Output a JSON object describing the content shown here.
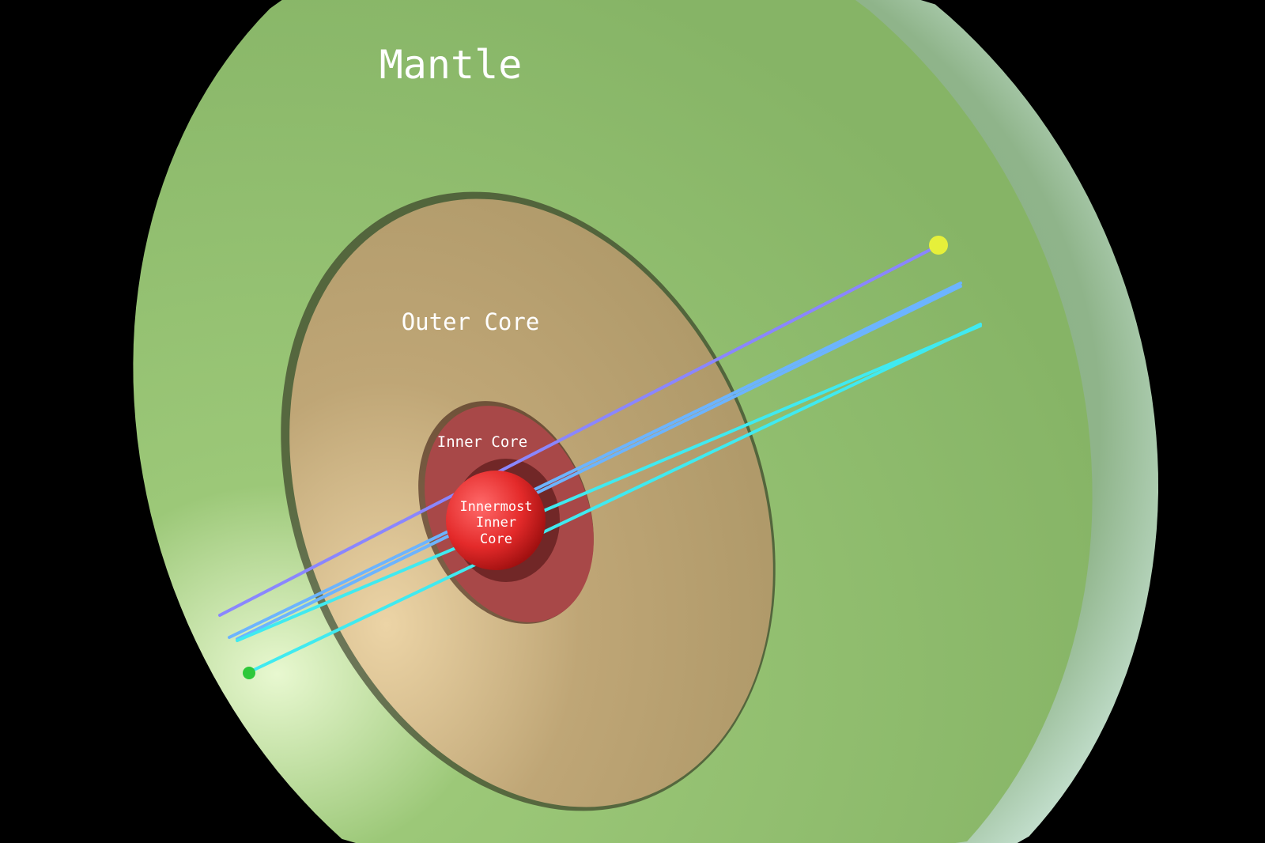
{
  "labels": {
    "mantle": "Mantle",
    "outer_core": "Outer Core",
    "inner_core": "Inner Core",
    "innermost": "Innermost\nInner\nCore"
  },
  "colors": {
    "mantle": "#8bb86a",
    "mantle_rim": "#9fc4a8",
    "outer_core": "#b9a272",
    "inner_core": "#a84848",
    "innermost": "#e02828",
    "ray_purple": "#8a86ff",
    "ray_blue": "#6cb4ff",
    "ray_cyan": "#40eaf0",
    "source_dot": "#e6f03a",
    "receiver_dot": "#2ec83a"
  }
}
